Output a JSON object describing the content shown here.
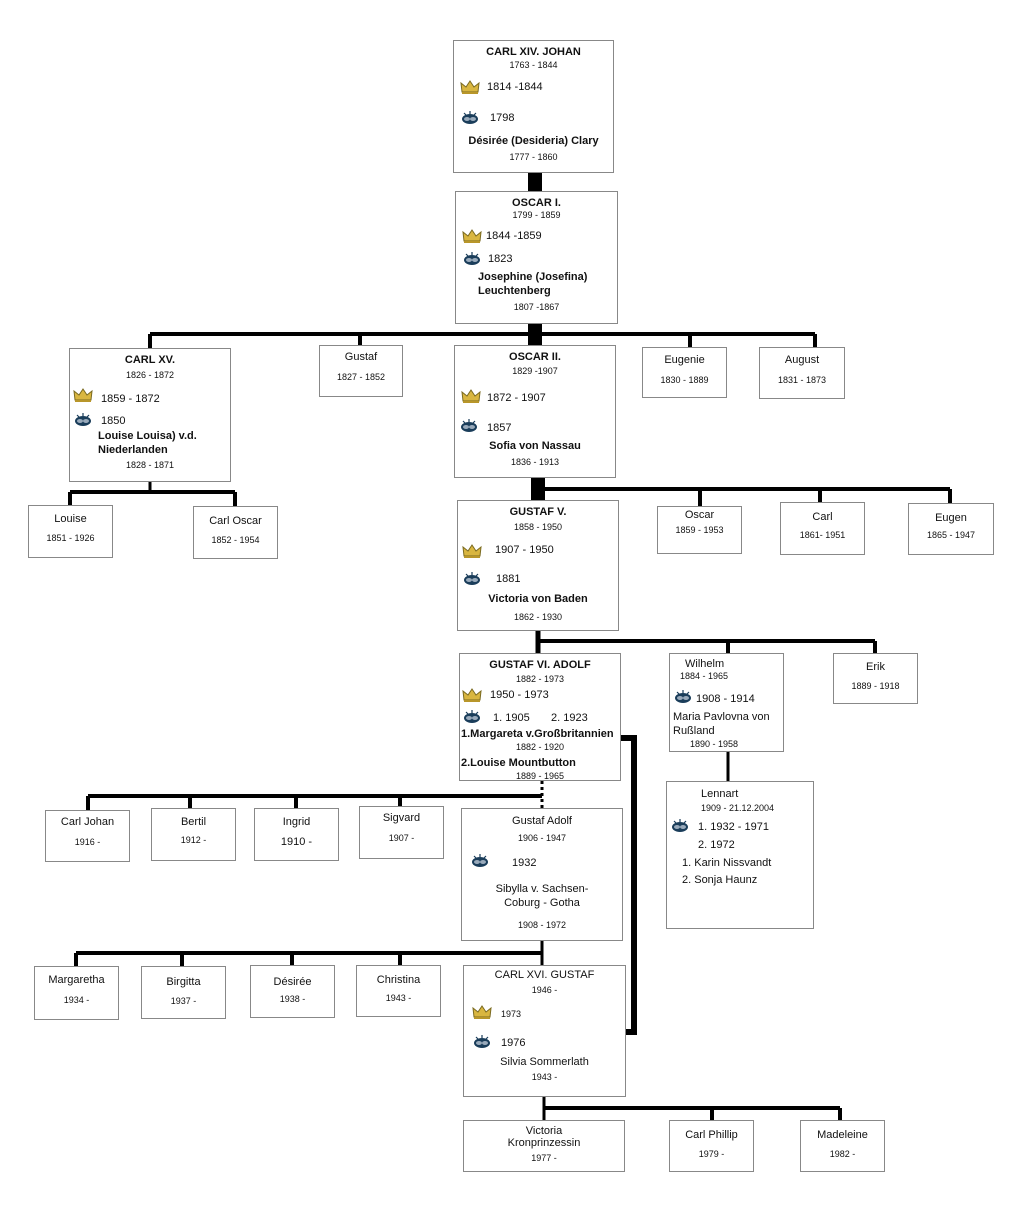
{
  "people": {
    "carl14": {
      "name": "CARL XIV. JOHAN",
      "years": "1763 - 1844",
      "reign": "1814 -1844",
      "marriage": "1798",
      "spouse": "Désirée (Desideria) Clary",
      "spouse_years": "1777 - 1860"
    },
    "oscar1": {
      "name": "OSCAR I.",
      "years": "1799 - 1859",
      "reign": "1844 -1859",
      "marriage": "1823",
      "spouse_line1": "Josephine (Josefina)",
      "spouse_line2": "Leuchtenberg",
      "spouse_years": "1807 -1867"
    },
    "carl15": {
      "name": "CARL XV.",
      "years": "1826 - 1872",
      "reign": "1859 - 1872",
      "marriage": "1850",
      "spouse_line1": "Louise Louisa) v.d.",
      "spouse_line2": "Niederlanden",
      "spouse_years": "1828 - 1871"
    },
    "gustaf_o1": {
      "name": "Gustaf",
      "years": "1827 - 1852"
    },
    "oscar2": {
      "name": "OSCAR II.",
      "years": "1829 -1907",
      "reign": "1872 - 1907",
      "marriage": "1857",
      "spouse": "Sofia von Nassau",
      "spouse_years": "1836 - 1913"
    },
    "eugenie": {
      "name": "Eugenie",
      "years": "1830 - 1889"
    },
    "august": {
      "name": "August",
      "years": "1831 - 1873"
    },
    "louise": {
      "name": "Louise",
      "years": "1851 - 1926"
    },
    "carloscar": {
      "name": "Carl Oscar",
      "years": "1852 - 1954"
    },
    "gustaf5": {
      "name": "GUSTAF V.",
      "years": "1858 - 1950",
      "reign": "1907 - 1950",
      "marriage": "1881",
      "spouse": "Victoria von Baden",
      "spouse_years": "1862 - 1930"
    },
    "oscar_o2": {
      "name": "Oscar",
      "years": "1859 - 1953"
    },
    "carl_o2": {
      "name": "Carl",
      "years": "1861- 1951"
    },
    "eugen": {
      "name": "Eugen",
      "years": "1865 - 1947"
    },
    "gustaf6": {
      "name": "GUSTAF VI. ADOLF",
      "years": "1882 - 1973",
      "reign": "1950 - 1973",
      "marriage1": "1. 1905",
      "marriage2": "2. 1923",
      "spouse1": "1.Margareta v.Großbritannien",
      "spouse1_years": "1882 - 1920",
      "spouse2": "2.Louise Mountbutton",
      "spouse2_years": "1889 - 1965"
    },
    "wilhelm": {
      "name": "Wilhelm",
      "years": "1884 - 1965",
      "marriage": "1908 - 1914",
      "spouse_line1": "Maria Pavlovna von",
      "spouse_line2": "Rußland",
      "spouse_years": "1890 - 1958"
    },
    "erik": {
      "name": "Erik",
      "years": "1889 - 1918"
    },
    "lennart": {
      "name": "Lennart",
      "years": "1909 - 21.12.2004",
      "marriage1": "1. 1932 - 1971",
      "marriage2": "2. 1972",
      "spouse1": "1. Karin Nissvandt",
      "spouse2": "2. Sonja Haunz"
    },
    "carljohan": {
      "name": "Carl Johan",
      "years": "1916 -"
    },
    "bertil": {
      "name": "Bertil",
      "years": "1912 -"
    },
    "ingrid": {
      "name": "Ingrid",
      "years": "1910 -"
    },
    "sigvard": {
      "name": "Sigvard",
      "years": "1907 -"
    },
    "gustafadolf": {
      "name": "Gustaf Adolf",
      "years": "1906 - 1947",
      "marriage": "1932",
      "spouse_line1": "Sibylla v. Sachsen-",
      "spouse_line2": "Coburg - Gotha",
      "spouse_years": "1908 - 1972"
    },
    "margaretha": {
      "name": "Margaretha",
      "years": "1934 -"
    },
    "birgitta": {
      "name": "Birgitta",
      "years": "1937 -"
    },
    "desiree": {
      "name": "Désirée",
      "years": "1938 -"
    },
    "christina": {
      "name": "Christina",
      "years": "1943 -"
    },
    "carl16": {
      "name": "CARL XVI. GUSTAF",
      "years": "1946 -",
      "reign": "1973",
      "marriage": "1976",
      "spouse": "Silvia Sommerlath",
      "spouse_years": "1943 -"
    },
    "victoria": {
      "name_line1": "Victoria",
      "name_line2": "Kronprinzessin",
      "years": "1977 -"
    },
    "carlphilip": {
      "name": "Carl Phillip",
      "years": "1979 -"
    },
    "madeleine": {
      "name": "Madeleine",
      "years": "1982 -"
    }
  },
  "icons": {
    "reign": "crown-icon",
    "marriage": "wedding-rings-icon"
  },
  "colors": {
    "line": "#000000",
    "border": "#888888",
    "crown": "#d9b640",
    "rings": "#1a3d5a"
  }
}
